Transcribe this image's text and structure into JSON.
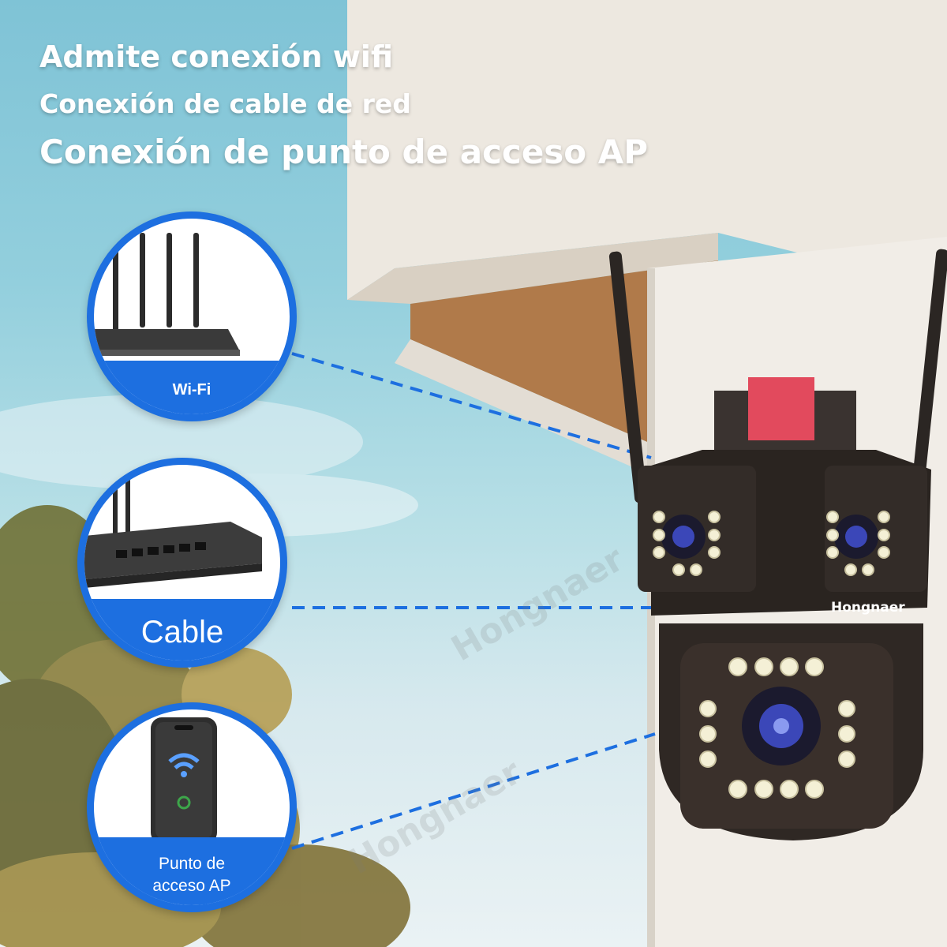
{
  "headlines": {
    "line1": "Admite conexión wifi",
    "line2": "Conexión de cable de red",
    "line3": "Conexión de punto de acceso AP"
  },
  "connections": {
    "wifi": {
      "label": "Wi-Fi",
      "icon": "router-icon"
    },
    "cable": {
      "label": "Cable",
      "icon": "ethernet-switch-icon"
    },
    "ap": {
      "label_line1": "Punto de",
      "label_line2": "acceso AP",
      "icon": "smartphone-wifi-icon"
    }
  },
  "camera": {
    "brand": "Hongnaer",
    "icon": "security-camera-icon"
  },
  "watermark": "Hongnaer",
  "colors": {
    "accent": "#1d6fe0",
    "dash": "#1d6fe0",
    "camera_body": "#2a2420",
    "sky": "#8fcadb"
  }
}
